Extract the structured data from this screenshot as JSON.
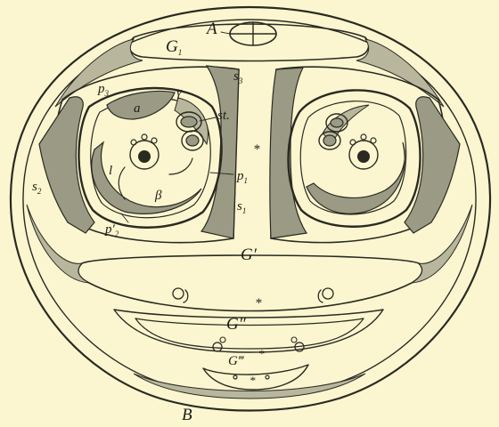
{
  "labels": {
    "A": "A",
    "B": "B",
    "G1": "G",
    "G1_sub": "1",
    "G_prime": "G′",
    "G_double": "G″",
    "G_triple": "G‴",
    "p3": "p",
    "p3_sub": "3",
    "p1": "p",
    "p1_sub": "1",
    "p2": "p′",
    "p2_sub": "2",
    "s3": "s",
    "s3_sub": "3",
    "s2": "s",
    "s2_sub": "2",
    "s1": "s",
    "s1_sub": "1",
    "st": "st.",
    "a": "a",
    "l": "l",
    "beta": "β",
    "gamma": "γ"
  },
  "colors": {
    "background": "#fbf6cf",
    "ink": "#2a2a22",
    "hatch": "#9b9a84"
  }
}
